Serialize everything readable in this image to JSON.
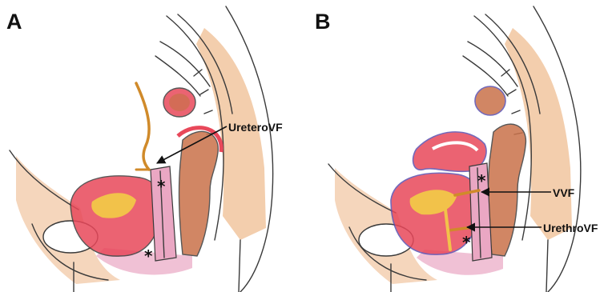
{
  "panels": [
    {
      "letter": "A",
      "callouts": [
        "UreteroVF"
      ],
      "markers": [
        "*",
        "*"
      ]
    },
    {
      "letter": "B",
      "callouts": [
        "VVF",
        "UrethroVF"
      ],
      "markers": [
        "*",
        "*"
      ]
    }
  ],
  "colors": {
    "uterus": "#e8485a",
    "bladder_lumen": "#f2c24a",
    "rectum": "#c9714a",
    "muscle": "#e9a56a",
    "vagina_pink": "#eaa7c3",
    "ureter": "#d08a2a",
    "outline": "#3a3a3a",
    "blue_edge": "#5a4fb0"
  }
}
